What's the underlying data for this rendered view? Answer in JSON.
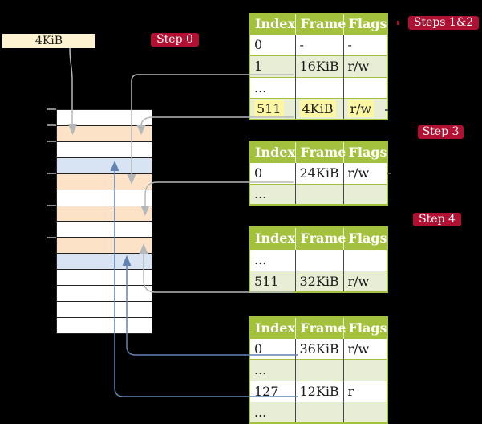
{
  "colors": {
    "bg": "#000000",
    "labelbg": "#fdf3d1",
    "badge": "#b01031",
    "header": "#a3c13c",
    "rowalt": "#e8eed6",
    "hl": "#fdf6a2",
    "used": "#fce3c8",
    "target": "#d8e4f4",
    "free": "#ffffff",
    "gray": "#b5b8bb",
    "blue": "#6282b4",
    "tick": "#8a8a8a",
    "memline": "#222222",
    "divider": "#454545",
    "hdivider": "#e6ecd2",
    "text": "#1a1a1a",
    "dash": "#595959"
  },
  "frame_label": {
    "text": "4KiB"
  },
  "badges": {
    "step0": "Step 0",
    "steps12": "Steps 1&2",
    "step3": "Step 3",
    "step4": "Step 4"
  },
  "memory": {
    "rows": [
      "free",
      "used",
      "free",
      "target",
      "used",
      "free",
      "used",
      "free",
      "used",
      "target",
      "free",
      "free",
      "free",
      "free"
    ]
  },
  "tables": [
    {
      "headers": [
        "Index",
        "Frame",
        "Flags"
      ],
      "rows": [
        {
          "cells": [
            "0",
            "-",
            "-"
          ]
        },
        {
          "cells": [
            "1",
            "16KiB",
            "r/w"
          ]
        },
        {
          "cells": [
            "...",
            "",
            ""
          ]
        },
        {
          "cells": [
            "511",
            "4KiB",
            "r/w"
          ]
        }
      ]
    },
    {
      "headers": [
        "Index",
        "Frame",
        "Flags"
      ],
      "rows": [
        {
          "cells": [
            "0",
            "24KiB",
            "r/w"
          ]
        },
        {
          "cells": [
            "...",
            "",
            ""
          ]
        }
      ]
    },
    {
      "headers": [
        "Index",
        "Frame",
        "Flags"
      ],
      "rows": [
        {
          "cells": [
            "...",
            "",
            ""
          ]
        },
        {
          "cells": [
            "511",
            "32KiB",
            "r/w"
          ]
        }
      ]
    },
    {
      "headers": [
        "Index",
        "Frame",
        "Flags"
      ],
      "rows": [
        {
          "cells": [
            "0",
            "36KiB",
            "r/w"
          ]
        },
        {
          "cells": [
            "...",
            "",
            ""
          ]
        },
        {
          "cells": [
            "127",
            "12KiB",
            "r"
          ]
        },
        {
          "cells": [
            "...",
            "",
            ""
          ]
        }
      ]
    }
  ]
}
